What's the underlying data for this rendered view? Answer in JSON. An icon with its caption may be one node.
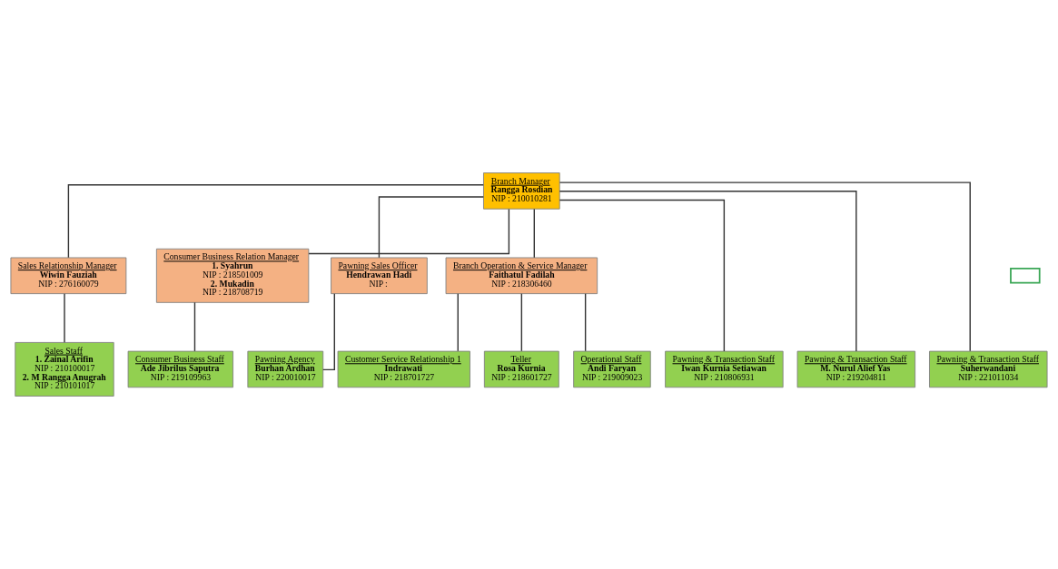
{
  "diagram": {
    "nodes": [
      {
        "text": [
          "Branch Manager",
          "Rangga Rosdian",
          "NIP : 210010281"
        ]
      },
      {
        "text": [
          "Sales Relationship Manager",
          "Wiwin Fauziah",
          "NIP : 276160079"
        ]
      },
      {
        "text": [
          "Consumer Business Relation Manager",
          "1. Syahrun",
          "NIP : 218501009",
          "2. Mukadin",
          "NIP : 218708719"
        ]
      },
      {
        "text": [
          "Pawning Sales Officer",
          "Hendrawan Hadi",
          "NIP :"
        ]
      },
      {
        "text": [
          "Branch Operation & Service Manager",
          "Faithatul Fadilah",
          "NIP : 218306460"
        ]
      },
      {
        "text": [],
        "shape": "box"
      },
      {
        "text": [
          "Sales Staff",
          "1. Zainal Arifin",
          "NIP : 210100017",
          "2. M Rangga Anugrah",
          "NIP : 210101017"
        ]
      },
      {
        "text": [
          "Consumer Business Staff",
          "Ade Jibrilus Saputra",
          "NIP : 219109963"
        ]
      },
      {
        "text": [
          "Pawning Agency",
          "Burhan Ardhan",
          "NIP : 220010017"
        ]
      },
      {
        "text": [
          "Customer Service Relationship 1",
          "Indrawati",
          "NIP : 218701727"
        ]
      },
      {
        "text": [
          "Teller",
          "Rosa Kurnia",
          "NIP : 218601727"
        ]
      },
      {
        "text": [
          "Operational Staff",
          "Andi Faryan",
          "NIP : 219009023"
        ]
      },
      {
        "text": [
          "Pawning & Transaction Staff",
          "Iwan Kurnia Setiawan",
          "NIP : 210806931"
        ]
      },
      {
        "text": [
          "Pawning & Transaction Staff",
          "M. Nurul Alief Yas",
          "NIP : 219204811"
        ]
      },
      {
        "text": [
          "Pawning & Transaction Staff",
          "Suherwandani",
          "NIP : 221011034"
        ]
      }
    ],
    "edges": [
      {
        "from": 0,
        "to": 1,
        "arrow": "none"
      },
      {
        "from": 0,
        "to": 2,
        "arrow": "none"
      },
      {
        "from": 0,
        "to": 3,
        "arrow": "none"
      },
      {
        "from": 0,
        "to": 4,
        "arrow": "none"
      },
      {
        "from": 0,
        "to": 12,
        "arrow": "none"
      },
      {
        "from": 0,
        "to": 13,
        "arrow": "none"
      },
      {
        "from": 0,
        "to": 14,
        "arrow": "none"
      },
      {
        "from": 1,
        "to": 6,
        "arrow": "none"
      },
      {
        "from": 2,
        "to": 7,
        "arrow": "none"
      },
      {
        "from": 3,
        "to": 8,
        "arrow": "none"
      },
      {
        "from": 4,
        "to": 9,
        "arrow": "none"
      },
      {
        "from": 4,
        "to": 10,
        "arrow": "none"
      },
      {
        "from": 4,
        "to": 11,
        "arrow": "none"
      }
    ]
  }
}
